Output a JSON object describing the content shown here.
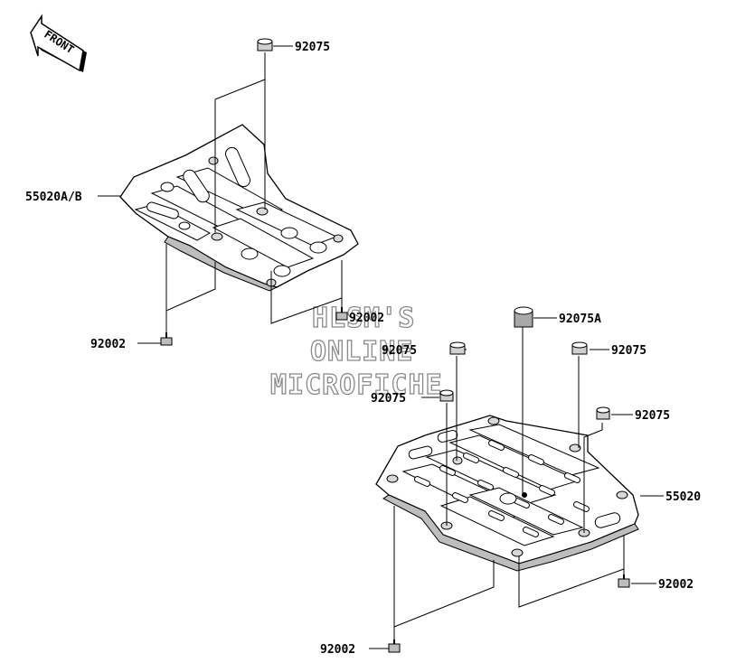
{
  "front_arrow": {
    "text": "FRONT"
  },
  "watermark": {
    "line1": "HLSM'S",
    "line2": "ONLINE",
    "line3": "MICROFICHE"
  },
  "parts": {
    "top_nut": "92075",
    "upper_plate": "55020A/B",
    "upper_bolt_right": "92002",
    "upper_bolt_left": "92002",
    "collar": "92075A",
    "lower_nut_a": "92075",
    "lower_nut_b": "92075",
    "lower_nut_c": "92075",
    "lower_nut_d": "92075",
    "lower_plate": "55020",
    "lower_bolt_right": "92002",
    "lower_bolt_left": "92002"
  }
}
